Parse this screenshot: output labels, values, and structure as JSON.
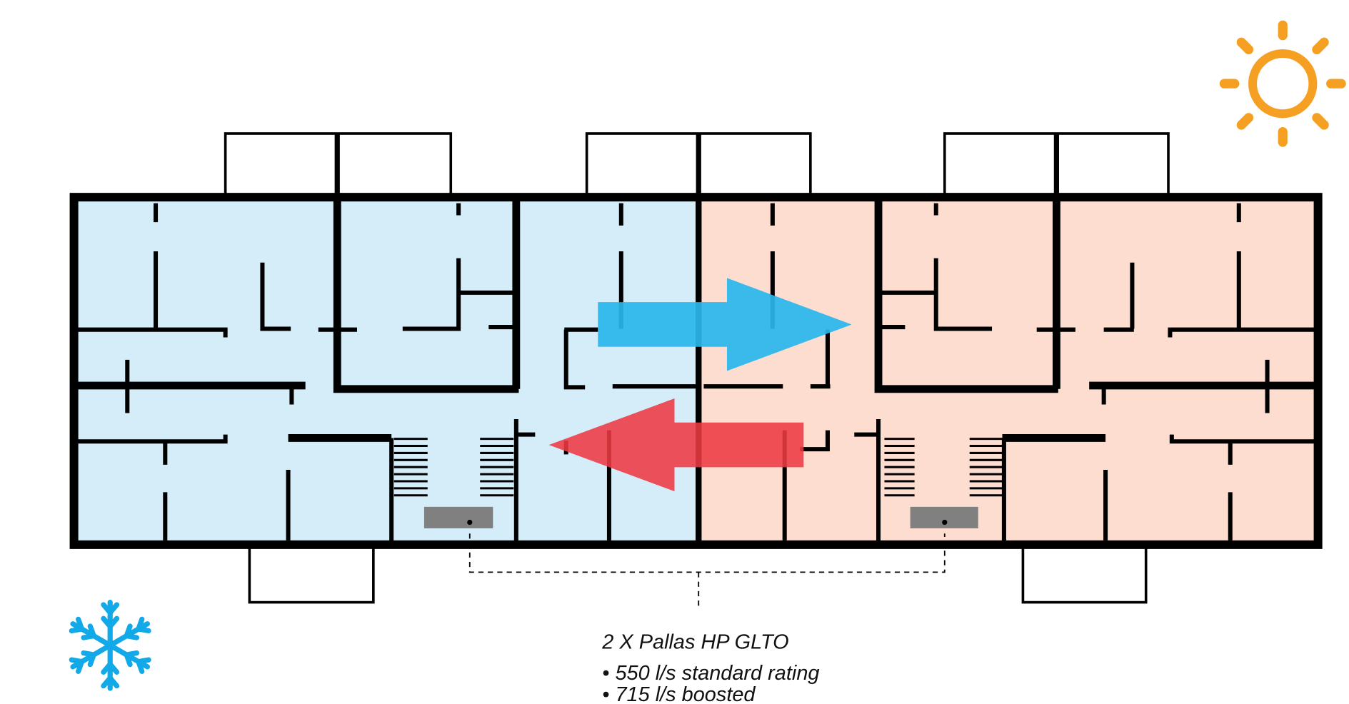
{
  "colors": {
    "cold_zone": "#d4edf9",
    "warm_zone": "#fcddd0",
    "supply_arrow": "#29b6ec",
    "return_arrow": "#ee3a43",
    "sun": "#f6a023",
    "snowflake": "#12a9e8",
    "unit": "#808080"
  },
  "icons": {
    "sun": "sun-icon",
    "snow": "snowflake-icon"
  },
  "label": {
    "title": "2 X Pallas HP GLTO",
    "bullets": [
      "• 550 l/s standard rating",
      "• 715 l/s boosted"
    ]
  }
}
